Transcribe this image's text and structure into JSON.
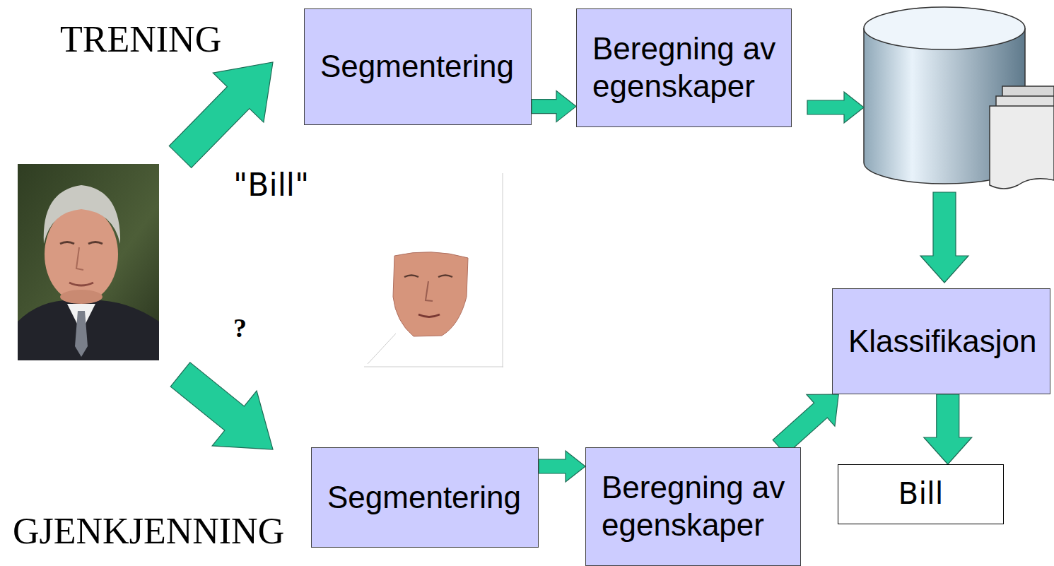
{
  "diagram": {
    "nodes": [
      {
        "text": [
          "Segmentering"
        ]
      },
      {
        "text": [
          "Beregning av egenskaper"
        ]
      },
      {
        "text": [
          "Klassifikasjon"
        ]
      },
      {
        "text": [
          "Bill"
        ]
      },
      {
        "text": [
          "Segmentering"
        ]
      },
      {
        "text": [
          "Beregning av egenskaper"
        ]
      }
    ],
    "edges": [
      {
        "from": 0,
        "to": 1,
        "arrow": "to"
      },
      {
        "from": 4,
        "to": 5,
        "arrow": "to"
      },
      {
        "from": 5,
        "to": 2,
        "arrow": "to"
      },
      {
        "from": 2,
        "to": 3,
        "arrow": "to"
      }
    ],
    "labels": [
      "TRENING",
      "\"Bill\"",
      "?",
      "GJENKJENNING"
    ]
  }
}
